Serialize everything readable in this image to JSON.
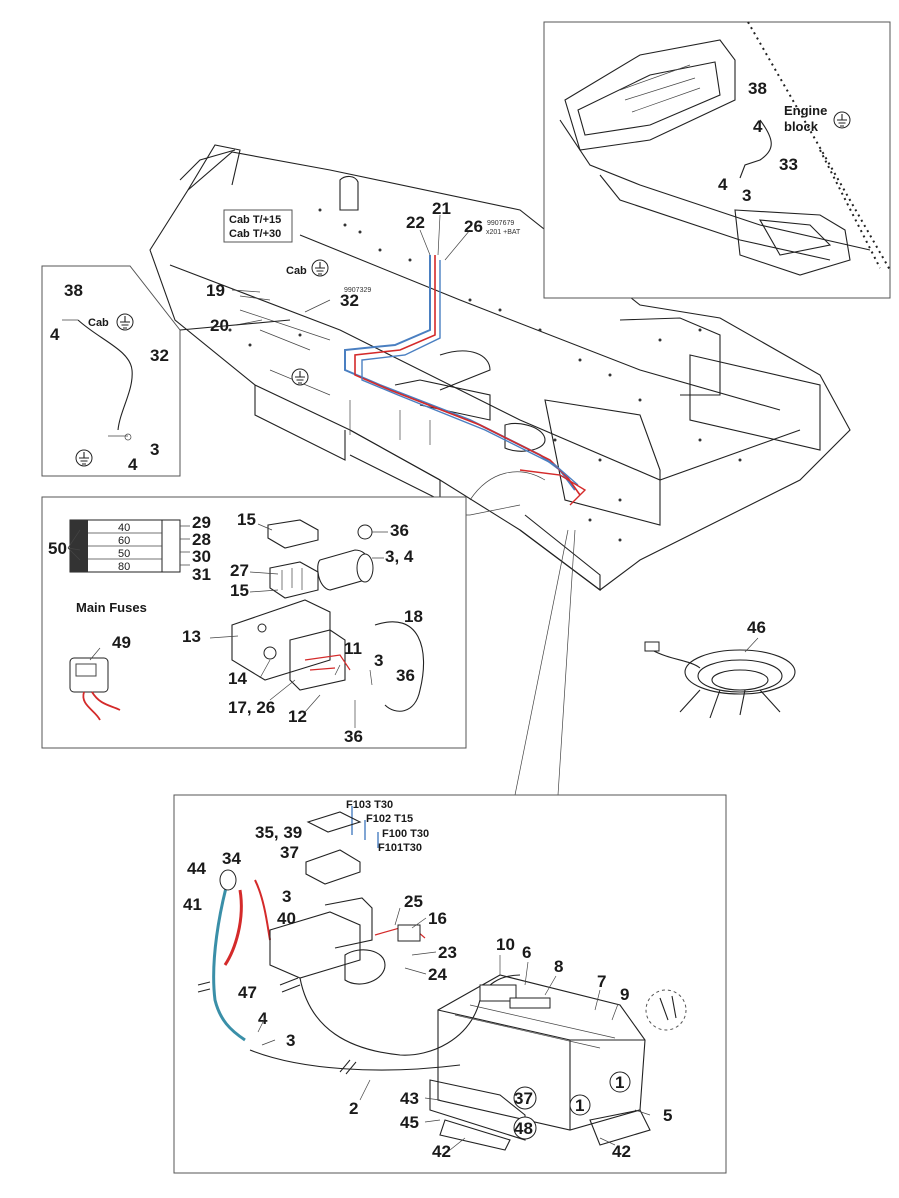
{
  "panels": {
    "ground_cab": {
      "labels": {
        "n38": "38",
        "n4a": "4",
        "cab": "Cab",
        "n32": "32",
        "n3": "3",
        "n4b": "4"
      }
    },
    "engine_block": {
      "labels": {
        "n38": "38",
        "n4a": "4",
        "engine": "Engine",
        "block": "block",
        "n33": "33",
        "n4b": "4",
        "n3": "3"
      }
    },
    "main_fuses": {
      "title": "Main Fuses",
      "fuse_values": [
        "40",
        "60",
        "50",
        "80"
      ],
      "labels": {
        "n29": "29",
        "n28": "28",
        "n30": "30",
        "n31": "31",
        "n50": "50",
        "n49": "49",
        "n15a": "15",
        "n27": "27",
        "n15b": "15",
        "n36a": "36",
        "n34": "3, 4",
        "n18": "18",
        "n13": "13",
        "n11": "11",
        "n3": "3",
        "n36b": "36",
        "n14": "14",
        "n1726": "17, 26",
        "n12": "12",
        "n36c": "36"
      }
    },
    "battery": {
      "fuse_tags": [
        "F103 T30",
        "F102 T15",
        "F100 T30",
        "F101T30"
      ],
      "labels": {
        "n3539": "35, 39",
        "n34": "34",
        "n37a": "37",
        "n44": "44",
        "n3a": "3",
        "n41": "41",
        "n40": "40",
        "n25": "25",
        "n16": "16",
        "n23": "23",
        "n24": "24",
        "n10": "10",
        "n6": "6",
        "n8": "8",
        "n7": "7",
        "n9": "9",
        "n47": "47",
        "n4": "4",
        "n3b": "3",
        "n1a": "1",
        "n1b": "1",
        "n2": "2",
        "n43": "43",
        "n37b": "37",
        "n45": "45",
        "n48": "48",
        "n5": "5",
        "n42a": "42",
        "n42b": "42"
      }
    },
    "chassis": {
      "cab_box": [
        "Cab T/+15",
        "Cab T/+30"
      ],
      "cab": "Cab",
      "tag_9907679": "9907679",
      "tag_x201": "x201 +BAT",
      "tag_9907329": "9907329",
      "labels": {
        "n22": "22",
        "n21": "21",
        "n26": "26",
        "n19": "19",
        "n32": "32",
        "n20": "20",
        "n46": "46"
      }
    }
  },
  "colors": {
    "red_wire": "#d42a2a",
    "blue_wire": "#4a7fc1",
    "teal_wire": "#3a8fa8",
    "ink": "#1a1a1a"
  },
  "icons": [
    "ground-symbol-icon",
    "battery-icon",
    "fuse-block-icon"
  ]
}
